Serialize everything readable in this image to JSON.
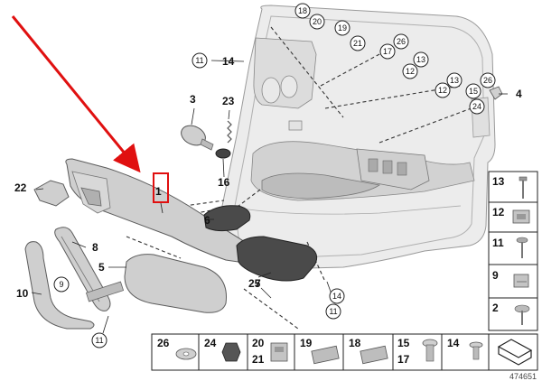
{
  "diagram_id": "474651",
  "highlight_color": "#e01010",
  "callouts_plain": {
    "p1": "1",
    "p3": "3",
    "p4": "4",
    "p5": "5",
    "p6": "6",
    "p7": "7",
    "p8": "8",
    "p10": "10",
    "p14": "14",
    "p16": "16",
    "p22": "22",
    "p23": "23",
    "p25": "25"
  },
  "callouts_circled": {
    "c11a": "11",
    "c11b": "11",
    "c11c": "11",
    "c12a": "12",
    "c12b": "12",
    "c13a": "13",
    "c13b": "13",
    "c14a": "14",
    "c15": "15",
    "c17": "17",
    "c18": "18",
    "c19": "19",
    "c20": "20",
    "c21": "21",
    "c24": "24",
    "c26a": "26",
    "c26b": "26",
    "c9": "9"
  },
  "side_table": [
    {
      "label": "13",
      "part": "screw"
    },
    {
      "label": "12",
      "part": "clip"
    },
    {
      "label": "11",
      "part": "screw-short"
    },
    {
      "label": "9",
      "part": "clip-small"
    },
    {
      "label": "2",
      "part": "screw-washer"
    }
  ],
  "bottom_table": [
    {
      "label": "26",
      "label2": "",
      "part": "washer"
    },
    {
      "label": "24",
      "label2": "",
      "part": "nut"
    },
    {
      "label": "20",
      "label2": "21",
      "part": "clip-pair"
    },
    {
      "label": "19",
      "label2": "",
      "part": "clip-long"
    },
    {
      "label": "18",
      "label2": "",
      "part": "clip-long"
    },
    {
      "label": "15",
      "label2": "17",
      "part": "push-rivet"
    },
    {
      "label": "14",
      "label2": "",
      "part": "rivet-small"
    },
    {
      "label": "",
      "label2": "",
      "part": "legend-symbol"
    }
  ]
}
